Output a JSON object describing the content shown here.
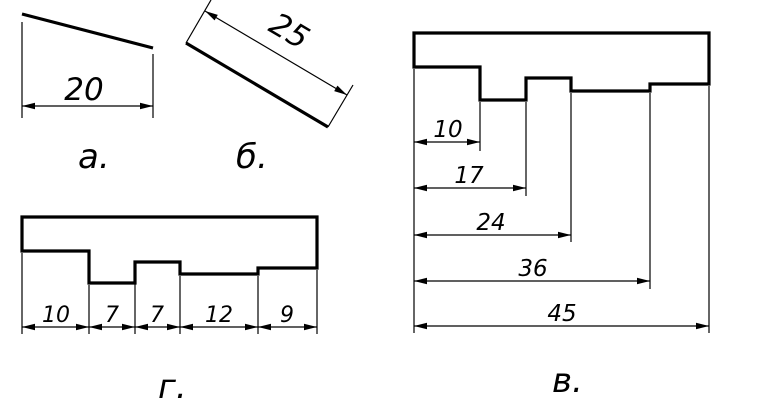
{
  "captions": {
    "a": "а.",
    "b": "б.",
    "v": "в.",
    "g": "г."
  },
  "figure_a": {
    "dimension": "20"
  },
  "figure_b": {
    "dimension": "25"
  },
  "figure_v": {
    "dimensions": [
      "10",
      "17",
      "24",
      "36",
      "45"
    ]
  },
  "figure_g": {
    "dimensions": [
      "10",
      "7",
      "7",
      "12",
      "9"
    ]
  }
}
